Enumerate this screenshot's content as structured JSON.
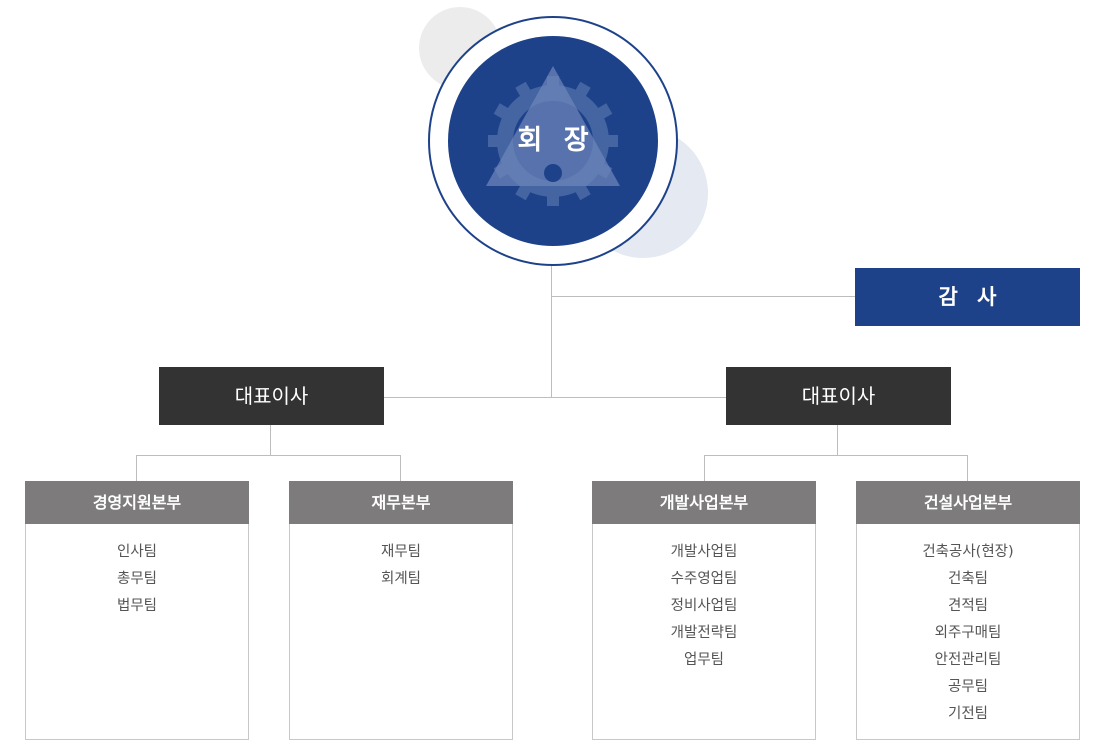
{
  "chairman": {
    "label": "회 장",
    "emblem_icon": "gear-mountain-emblem-icon"
  },
  "audit": {
    "label": "감 사"
  },
  "ceos": [
    {
      "label": "대표이사"
    },
    {
      "label": "대표이사"
    }
  ],
  "divisions": [
    {
      "name": "경영지원본부",
      "teams": [
        "인사팀",
        "총무팀",
        "법무팀"
      ]
    },
    {
      "name": "재무본부",
      "teams": [
        "재무팀",
        "회계팀"
      ]
    },
    {
      "name": "개발사업본부",
      "teams": [
        "개발사업팀",
        "수주영업팀",
        "정비사업팀",
        "개발전략팀",
        "업무팀"
      ]
    },
    {
      "name": "건설사업본부",
      "teams": [
        "건축공사(현장)",
        "건축팀",
        "견적팀",
        "외주구매팀",
        "안전관리팀",
        "공무팀",
        "기전팀"
      ]
    }
  ],
  "colors": {
    "navy": "#1e428a",
    "dark": "#333333",
    "gray_header": "#7d7b7c",
    "line": "#bdbdbd"
  }
}
